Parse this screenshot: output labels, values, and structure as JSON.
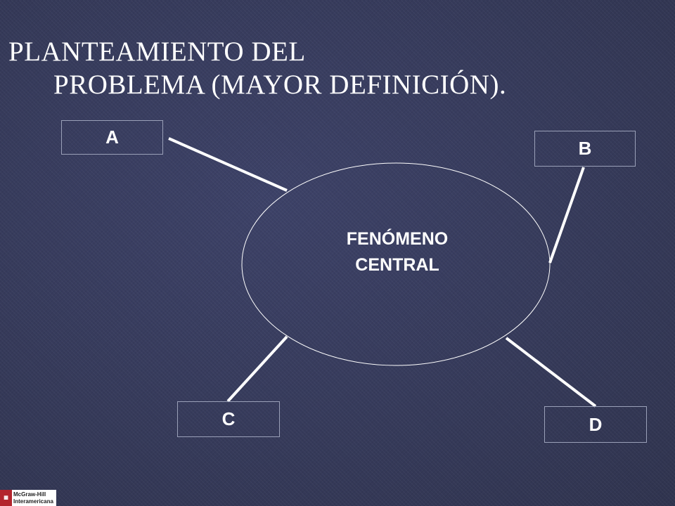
{
  "title": {
    "line1": "PLANTEAMIENTO DEL",
    "line2": "PROBLEMA (MAYOR DEFINICIÓN)."
  },
  "diagram": {
    "center": {
      "line1": "FENÓMENO",
      "line2": "CENTRAL"
    },
    "nodes": {
      "a": "A",
      "b": "B",
      "c": "C",
      "d": "D"
    }
  },
  "logo": {
    "line1": "McGraw-Hill",
    "line2": "Interamericana"
  },
  "colors": {
    "background": "#363a5e",
    "text": "#ffffff",
    "outline": "#9aa0b8",
    "logo_red": "#b3252d"
  }
}
